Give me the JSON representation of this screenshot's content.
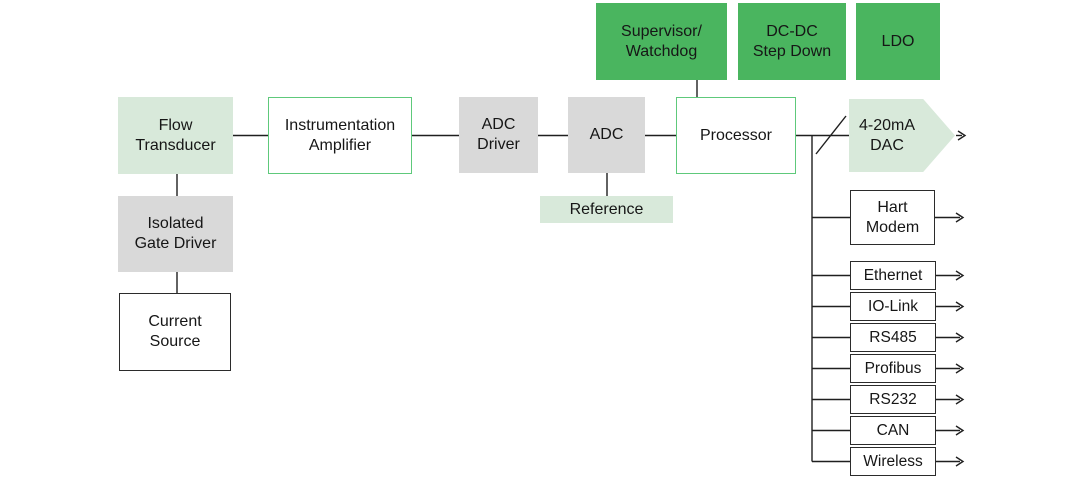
{
  "colors": {
    "solid_green": "#4ab55f",
    "light_green": "#d8e9da",
    "gray": "#d9d9d9",
    "green_outline": "#5ec97b",
    "dark_outline": "#2b2b2b",
    "wire": "#1f1f1f",
    "text": "#161616",
    "background": "#ffffff"
  },
  "power_blocks": {
    "supervisor_watchdog": {
      "label": "Supervisor/\nWatchdog"
    },
    "dcdc_step_down": {
      "label": "DC-DC\nStep Down"
    },
    "ldo": {
      "label": "LDO"
    }
  },
  "signal_chain": {
    "flow_transducer": {
      "label": "Flow\nTransducer"
    },
    "isolated_gate_driver": {
      "label": "Isolated\nGate Driver"
    },
    "current_source": {
      "label": "Current\nSource"
    },
    "instrumentation_amplifier": {
      "label": "Instrumentation\nAmplifier"
    },
    "adc_driver": {
      "label": "ADC\nDriver"
    },
    "adc": {
      "label": "ADC"
    },
    "reference": {
      "label": "Reference"
    },
    "processor": {
      "label": "Processor"
    },
    "dac": {
      "label": "4-20mA\nDAC"
    }
  },
  "outputs": {
    "hart_modem": {
      "label": "Hart\nModem"
    },
    "connectivity": [
      {
        "label": "Ethernet"
      },
      {
        "label": "IO-Link"
      },
      {
        "label": "RS485"
      },
      {
        "label": "Profibus"
      },
      {
        "label": "RS232"
      },
      {
        "label": "CAN"
      },
      {
        "label": "Wireless"
      }
    ]
  }
}
